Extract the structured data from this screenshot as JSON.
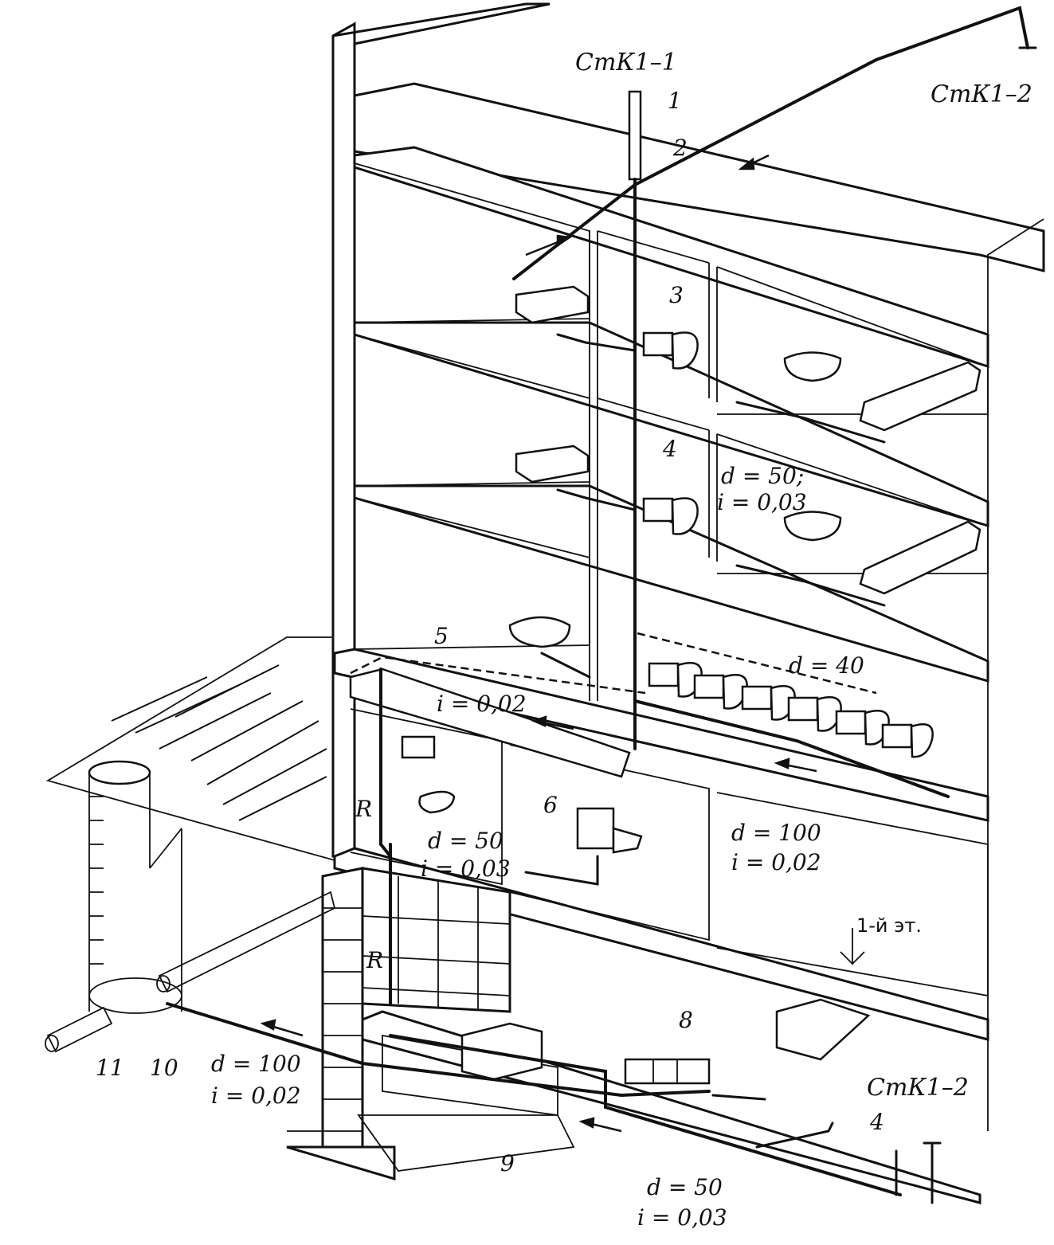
{
  "labels": {
    "stk1_1": "СтК1–1",
    "stk1_2_top": "СтК1–2",
    "stk1_2_bottom": "СтК1–2",
    "n1": "1",
    "n2": "2",
    "n3": "3",
    "n4_upper": "4",
    "n4_lower": "4",
    "n5": "5",
    "n6": "6",
    "n8": "8",
    "n9": "9",
    "n10": "10",
    "n11": "11",
    "r_upper": "R",
    "r_lower": "R",
    "d50_i003_upper_d": "d = 50;",
    "d50_i003_upper_i": "i = 0,03",
    "d40": "d = 40",
    "i002_upper": "i = 0,02",
    "d50_small": "d = 50",
    "i003_small": "i = 0,03",
    "d100_i002_right_d": "d = 100",
    "d100_i002_right_i": "i = 0,02",
    "first_floor": "1-й эт.",
    "d100_i002_outlet_d": "d = 100",
    "d100_i002_outlet_i": "i = 0,02",
    "d50_i003_bottom_d": "d = 50",
    "d50_i003_bottom_i": "i = 0,03"
  }
}
